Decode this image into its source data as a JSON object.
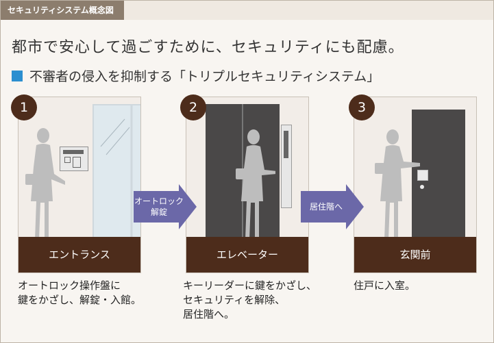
{
  "header": {
    "tab_label": "セキュリティシステム概念図"
  },
  "headline": "都市で安心して過ごすために、セキュリティにも配慮。",
  "subhead": "不審者の侵入を抑制する「トリプルセキュリティシステム」",
  "colors": {
    "accent_blue": "#2b8fd0",
    "label_brown": "#4d2c1b",
    "arrow_purple": "#6b68a8",
    "door_gray": "#4a4848"
  },
  "steps": [
    {
      "number": "1",
      "label": "エントランス",
      "desc_lines": [
        "オートロック操作盤に",
        "鍵をかざし、解錠・入館。"
      ]
    },
    {
      "number": "2",
      "label": "エレベーター",
      "desc_lines": [
        "キーリーダーに鍵をかざし、",
        "セキュリティを解除、",
        "居住階へ。"
      ]
    },
    {
      "number": "3",
      "label": "玄関前",
      "desc_lines": [
        "住戸に入室。"
      ]
    }
  ],
  "arrows": [
    {
      "lines": [
        "オートロック",
        "解錠"
      ]
    },
    {
      "lines": [
        "居住階へ"
      ]
    }
  ]
}
